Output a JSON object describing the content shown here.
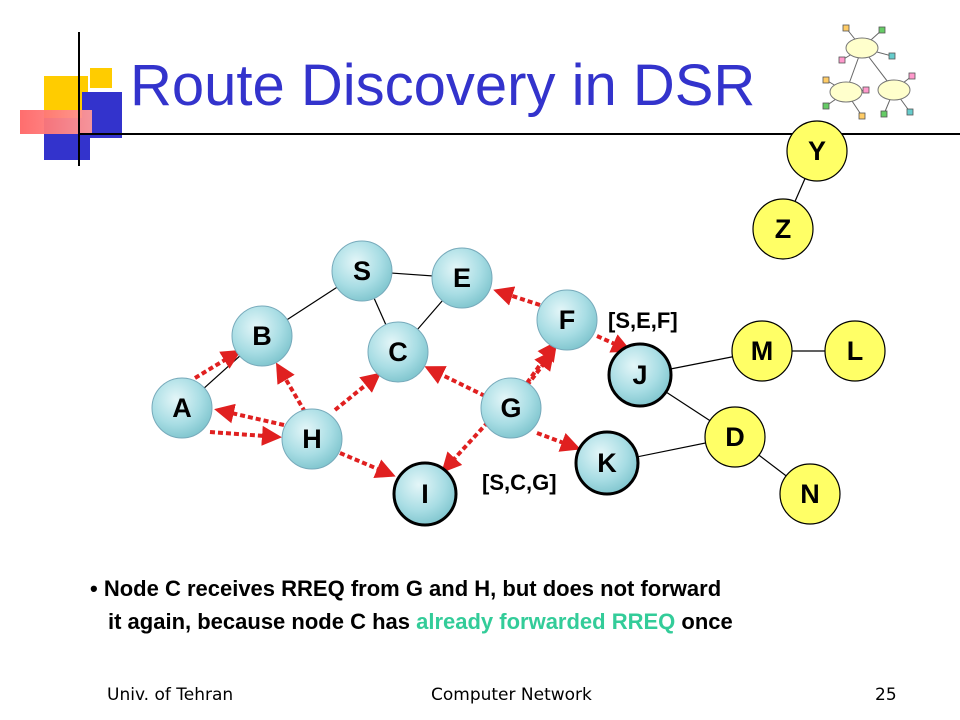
{
  "slide": {
    "title": "Route Discovery in DSR",
    "page_number": "25"
  },
  "footer": {
    "left": "Univ. of Tehran",
    "center": "Computer Network"
  },
  "bullet": {
    "marker": "•",
    "text_before": "Node C receives RREQ from G and H, but does not forward",
    "text_line2_before": "it again, because node C has ",
    "highlight": "already forwarded RREQ",
    "text_after": " once",
    "highlight_color": "#33cc99"
  },
  "path_labels": {
    "sef": "[S,E,F]",
    "scg": "[S,C,G]"
  },
  "nodes": {
    "S": "S",
    "E": "E",
    "F": "F",
    "B": "B",
    "C": "C",
    "J": "J",
    "M": "M",
    "L": "L",
    "A": "A",
    "G": "G",
    "H": "H",
    "D": "D",
    "K": "K",
    "I": "I",
    "N": "N",
    "Y": "Y",
    "Z": "Z"
  },
  "colors": {
    "title": "#3333cc",
    "network_node": "#a8dde4",
    "yellow_node": "#ffff66",
    "rreq_arrow": "#e02020"
  },
  "icons": {
    "logo": "network-cloud-icon",
    "corner": "corner-squares-decoration"
  }
}
